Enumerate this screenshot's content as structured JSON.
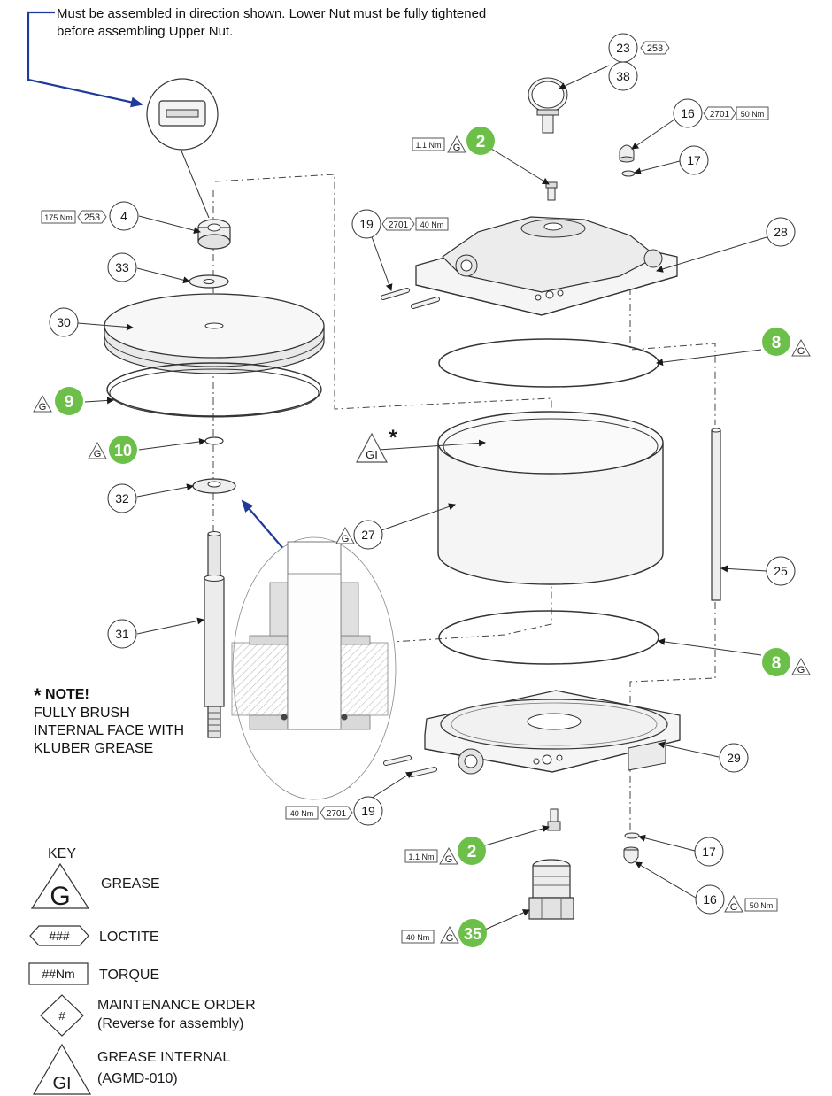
{
  "assembly_note": {
    "line1": "Must be assembled in direction shown. Lower Nut must be fully tightened",
    "line2": "before assembling Upper Nut."
  },
  "star_note": {
    "heading": "NOTE!",
    "line1": "FULLY BRUSH",
    "line2": "INTERNAL FACE WITH",
    "line3": "KLUBER GREASE"
  },
  "key": {
    "title": "KEY",
    "grease_symbol": "G",
    "grease_label": "GREASE",
    "loctite_symbol": "###",
    "loctite_label": "LOCTITE",
    "torque_symbol": "##Nm",
    "torque_label": "TORQUE",
    "order_symbol": "#",
    "order_label1": "MAINTENANCE ORDER",
    "order_label2": "(Reverse for assembly)",
    "gi_symbol": "GI",
    "gi_label1": "GREASE INTERNAL",
    "gi_label2": "(AGMD-010)"
  },
  "symbols": {
    "grease": "G",
    "grease_internal": "GI",
    "star": "*"
  },
  "callouts": {
    "c23": "23",
    "c38": "38",
    "c16a": "16",
    "c17a": "17",
    "c19a": "19",
    "c28": "28",
    "c4": "4",
    "c33": "33",
    "c30": "30",
    "c32": "32",
    "c27": "27",
    "c25": "25",
    "c31": "31",
    "c29": "29",
    "c19b": "19",
    "c17b": "17",
    "c16b": "16"
  },
  "order_badges": {
    "b2a": "2",
    "b9": "9",
    "b10": "10",
    "b8a": "8",
    "b8b": "8",
    "b2b": "2",
    "b35": "35"
  },
  "loctite_tags": {
    "l23": "253",
    "l16a": "2701",
    "l4": "253",
    "l19a": "2701",
    "l19b": "2701"
  },
  "torque_tags": {
    "t16a": "50 Nm",
    "t2a": "1.1 Nm",
    "t4": "175 Nm",
    "t19a": "40 Nm",
    "t19b": "40 Nm",
    "t2b": "1.1 Nm",
    "t16b": "50 Nm",
    "t35": "40 Nm"
  },
  "colors": {
    "accent_green": "#6cc04a",
    "arrow_blue": "#1f3a9a",
    "line": "#333333"
  }
}
